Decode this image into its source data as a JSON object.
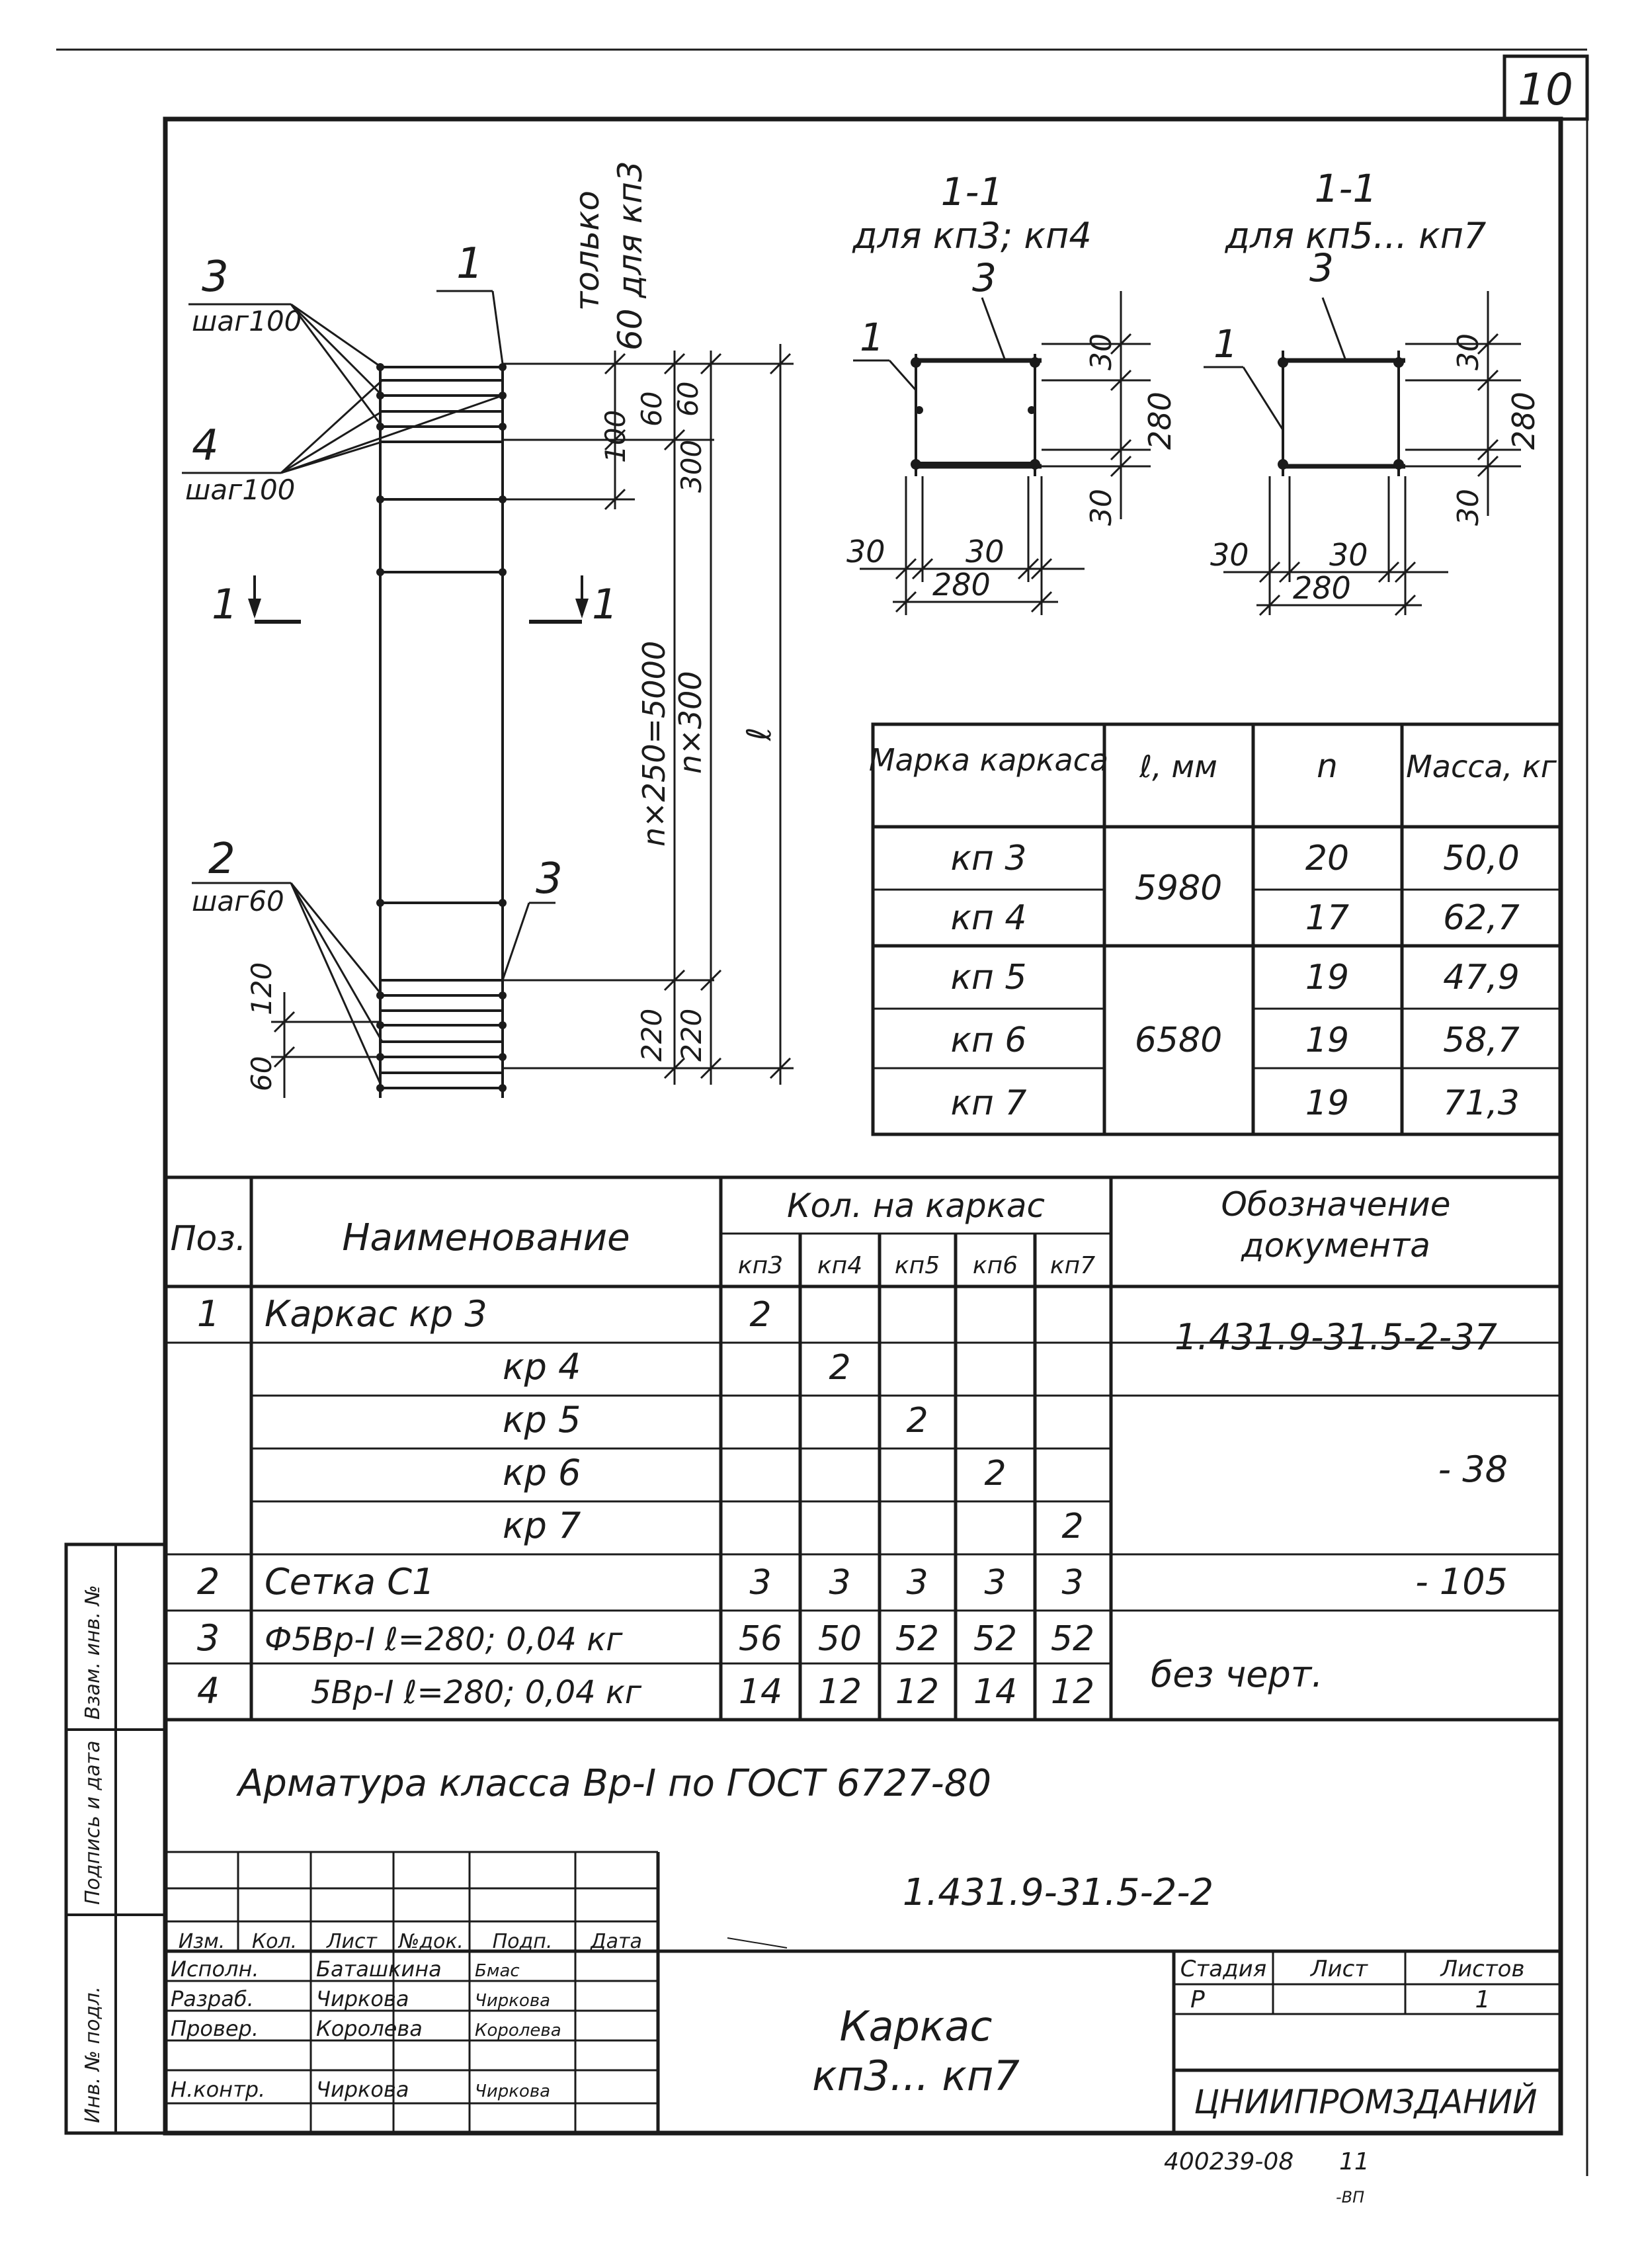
{
  "sheet": {
    "corner_number": "10",
    "stamp_code": "400239-08",
    "stamp_page": "11",
    "stamp_small": "-ВП"
  },
  "drawing": {
    "label_pos3": "3",
    "label_pos3_step": "шаг100",
    "label_pos4": "4",
    "label_pos4_step": "шаг100",
    "label_pos1": "1",
    "label_pos2": "2",
    "label_pos2_step": "шаг60",
    "label_pos3_bottom": "3",
    "note_top_1": "только",
    "note_top_2": "60 для кп3",
    "dim_100": "100",
    "dim_60a": "60",
    "dim_60b": "60",
    "dim_300": "300",
    "dim_n250": "n×250=5000",
    "dim_n300": "n×300",
    "dim_l": "ℓ",
    "dim_220a": "220",
    "dim_220b": "220",
    "dim_120": "120",
    "dim_60c": "60",
    "cut_left": "1",
    "cut_right": "1"
  },
  "sections": [
    {
      "title": "1-1",
      "subtitle": "для кп3; кп4",
      "pos_top": "3",
      "pos_left": "1",
      "dim_30_top": "30",
      "dim_280_v": "280",
      "dim_30_bot": "30",
      "dim_30_l": "30",
      "dim_30_r": "30",
      "dim_280_h": "280"
    },
    {
      "title": "1-1",
      "subtitle": "для кп5... кп7",
      "pos_top": "3",
      "pos_left": "1",
      "dim_30_top": "30",
      "dim_280_v": "280",
      "dim_30_bot": "30",
      "dim_30_l": "30",
      "dim_30_r": "30",
      "dim_280_h": "280"
    }
  ],
  "mass_table": {
    "headers": [
      "Марка каркаса",
      "ℓ, мм",
      "n",
      "Масса, кг"
    ],
    "rows": [
      {
        "mark": "кп 3",
        "n": "20",
        "mass": "50,0"
      },
      {
        "mark": "кп 4",
        "n": "17",
        "mass": "62,7"
      },
      {
        "mark": "кп 5",
        "n": "19",
        "mass": "47,9"
      },
      {
        "mark": "кп 6",
        "n": "19",
        "mass": "58,7"
      },
      {
        "mark": "кп 7",
        "n": "19",
        "mass": "71,3"
      }
    ],
    "length_a": "5980",
    "length_b": "6580"
  },
  "spec": {
    "h_pos": "Поз.",
    "h_name": "Наименование",
    "h_qty": "Кол. на каркас",
    "h_doc": "Обозначение документа",
    "qty_cols": [
      "кп3",
      "кп4",
      "кп5",
      "кп6",
      "кп7"
    ],
    "rows": [
      {
        "pos": "1",
        "name": "Каркас кр 3",
        "q": [
          "2",
          "",
          "",
          "",
          ""
        ]
      },
      {
        "pos": "",
        "name": "кр 4",
        "q": [
          "",
          "2",
          "",
          "",
          ""
        ]
      },
      {
        "pos": "",
        "name": "кр 5",
        "q": [
          "",
          "",
          "2",
          "",
          ""
        ]
      },
      {
        "pos": "",
        "name": "кр 6",
        "q": [
          "",
          "",
          "",
          "2",
          ""
        ]
      },
      {
        "pos": "",
        "name": "кр 7",
        "q": [
          "",
          "",
          "",
          "",
          "2"
        ]
      },
      {
        "pos": "2",
        "name": "Сетка С1",
        "q": [
          "3",
          "3",
          "3",
          "3",
          "3"
        ]
      },
      {
        "pos": "3",
        "name": "Ф5Вр-I ℓ=280; 0,04 кг",
        "q": [
          "56",
          "50",
          "52",
          "52",
          "52"
        ]
      },
      {
        "pos": "4",
        "name": "5Вр-I ℓ=280; 0,04 кг",
        "q": [
          "14",
          "12",
          "12",
          "14",
          "12"
        ]
      }
    ],
    "doc_1": "1.431.9-31.5-2-37",
    "doc_2": "- 38",
    "doc_3": "- 105",
    "doc_4": "без черт."
  },
  "note": "Арматура класса Вр-I по ГОСТ 6727-80",
  "title_block": {
    "code": "1.431.9-31.5-2-2",
    "col_headers": [
      "Изм.",
      "Кол.",
      "Лист",
      "№док.",
      "Подп.",
      "Дата"
    ],
    "people": [
      {
        "role": "Исполн.",
        "name": "Баташкина",
        "sign": "Бмас"
      },
      {
        "role": "Разраб.",
        "name": "Чиркова",
        "sign": "Чиркова"
      },
      {
        "role": "Провер.",
        "name": "Королева",
        "sign": "Королева"
      },
      {
        "role": "",
        "name": "",
        "sign": ""
      },
      {
        "role": "Н.контр.",
        "name": "Чиркова",
        "sign": "Чиркова"
      }
    ],
    "title_1": "Каркас",
    "title_2": "кп3... кп7",
    "stage_h": "Стадия",
    "sheet_h": "Лист",
    "sheets_h": "Листов",
    "stage": "Р",
    "sheet": "",
    "sheets": "1",
    "org": "ЦНИИПРОМЗДАНИЙ"
  },
  "side_stamp": [
    "Инв. № подл.",
    "Подпись и дата",
    "Взам. инв. №"
  ]
}
